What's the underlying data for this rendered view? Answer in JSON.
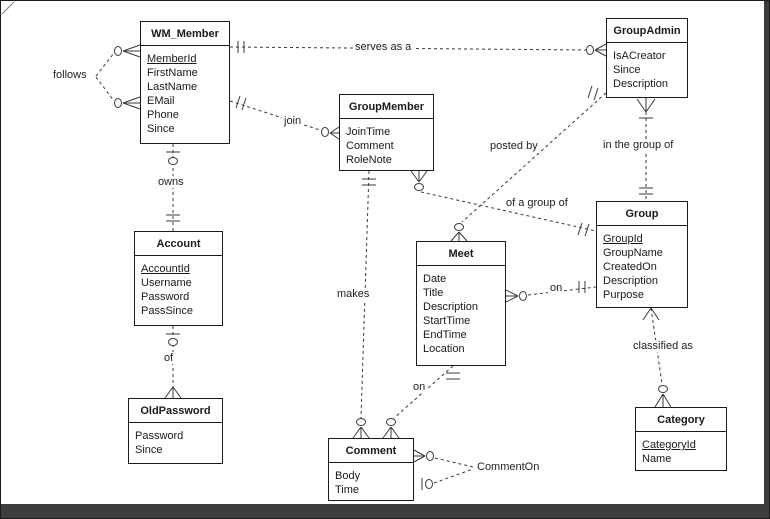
{
  "entities": {
    "wm_member": {
      "name": "WM_Member",
      "attributes": [
        "MemberId",
        "FirstName",
        "LastName",
        "EMail",
        "Phone",
        "Since"
      ]
    },
    "group_admin": {
      "name": "GroupAdmin",
      "attributes": [
        "IsACreator",
        "Since",
        "Description"
      ]
    },
    "group_member": {
      "name": "GroupMember",
      "attributes": [
        "JoinTime",
        "Comment",
        "RoleNote"
      ]
    },
    "account": {
      "name": "Account",
      "attributes": [
        "AccountId",
        "Username",
        "Password",
        "PassSince"
      ]
    },
    "meet": {
      "name": "Meet",
      "attributes": [
        "Date",
        "Title",
        "Description",
        "StartTime",
        "EndTime",
        "Location"
      ]
    },
    "group": {
      "name": "Group",
      "attributes": [
        "GroupId",
        "GroupName",
        "CreatedOn",
        "Description",
        "Purpose"
      ]
    },
    "old_password": {
      "name": "OldPassword",
      "attributes": [
        "Password",
        "Since"
      ]
    },
    "comment": {
      "name": "Comment",
      "attributes": [
        "Body",
        "Time"
      ]
    },
    "category": {
      "name": "Category",
      "attributes": [
        "CategoryId",
        "Name"
      ]
    }
  },
  "relationships": {
    "follows": "follows",
    "serves_as_a": "serves as a",
    "join": "join",
    "owns": "owns",
    "posted_by": "posted by",
    "in_the_group_of": "in the group of",
    "of_a_group_of": "of a group of",
    "on_meet_group": "on",
    "makes": "makes",
    "on_meet_comment": "on",
    "of_account_oldpassword": "of",
    "classified_as": "classified as",
    "comment_on": "CommentOn"
  },
  "colors": {
    "line": "#3a3a3a",
    "entity_border": "#1a1a1a",
    "background": "#ffffff",
    "frame_band": "#3d3d3d"
  }
}
